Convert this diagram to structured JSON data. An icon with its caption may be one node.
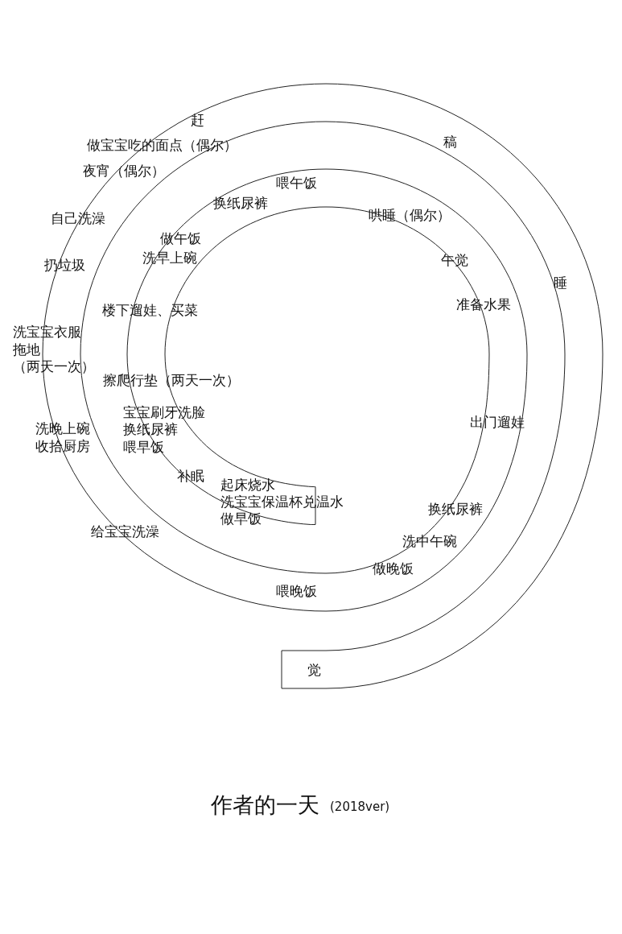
{
  "diagram": {
    "title": "作者的一天",
    "labels": [
      "赶",
      "做宝宝吃的面点（偶尔）",
      "稿",
      "夜宵（偶尔）",
      "喂午饭",
      "换纸尿裤",
      "哄睡（偶尔）",
      "自己洗澡",
      "做午饭",
      "洗早上碗",
      "午觉",
      "扔垃圾",
      "睡",
      "楼下遛娃、买菜",
      "准备水果",
      "洗宝宝衣服",
      "拖地",
      "（两天一次）",
      "擦爬行垫（两天一次）",
      "宝宝刷牙洗脸",
      "洗晚上碗",
      "换纸尿裤",
      "出门遛娃",
      "收拾厨房",
      "喂早饭",
      "补眠",
      "起床烧水",
      "洗宝宝保温杯兑温水",
      "做早饭",
      "换纸尿裤",
      "给宝宝洗澡",
      "洗中午碗",
      "做晚饭",
      "喂晚饭",
      "觉",
      "(2018ver)"
    ]
  }
}
